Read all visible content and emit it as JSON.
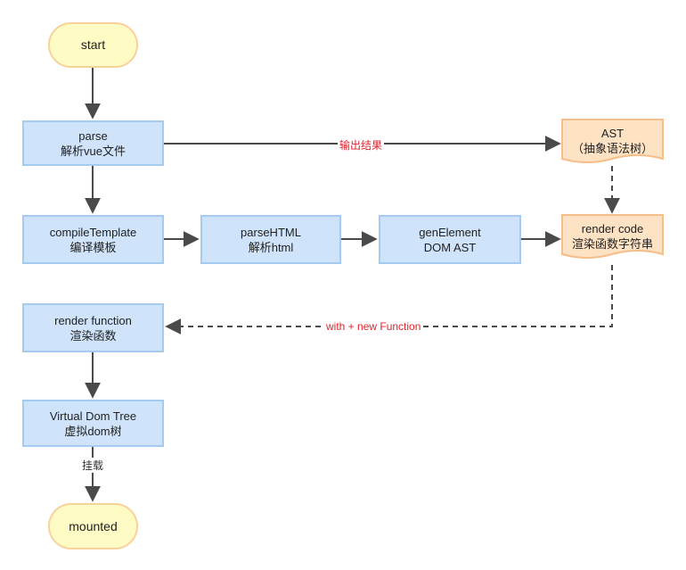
{
  "nodes": {
    "start": "start",
    "parse": {
      "line1": "parse",
      "line2": "解析vue文件"
    },
    "compile": {
      "line1": "compileTemplate",
      "line2": "编译模板"
    },
    "parsehtml": {
      "line1": "parseHTML",
      "line2": "解析html"
    },
    "genelement": {
      "line1": "genElement",
      "line2": "DOM AST"
    },
    "ast": {
      "line1": "AST",
      "line2": "（抽象语法树）"
    },
    "rendercode": {
      "line1": "render code",
      "line2": "渲染函数字符串"
    },
    "renderfn": {
      "line1": "render function",
      "line2": "渲染函数"
    },
    "vdom": {
      "line1": "Virtual Dom Tree",
      "line2": "虚拟dom树"
    },
    "mounted": "mounted"
  },
  "edges": {
    "output_result": "输出结果",
    "with_new_function": "with + new Function",
    "mount": "挂载"
  },
  "colors": {
    "terminal_fill": "#fffbc4",
    "terminal_border": "#f7d29a",
    "process_fill": "#cfe4fb",
    "process_border": "#a6cbf0",
    "document_fill": "#fde2c4",
    "document_border": "#f6be8a",
    "arrow": "#4a4a4a",
    "edge_label": "#e0242e"
  }
}
